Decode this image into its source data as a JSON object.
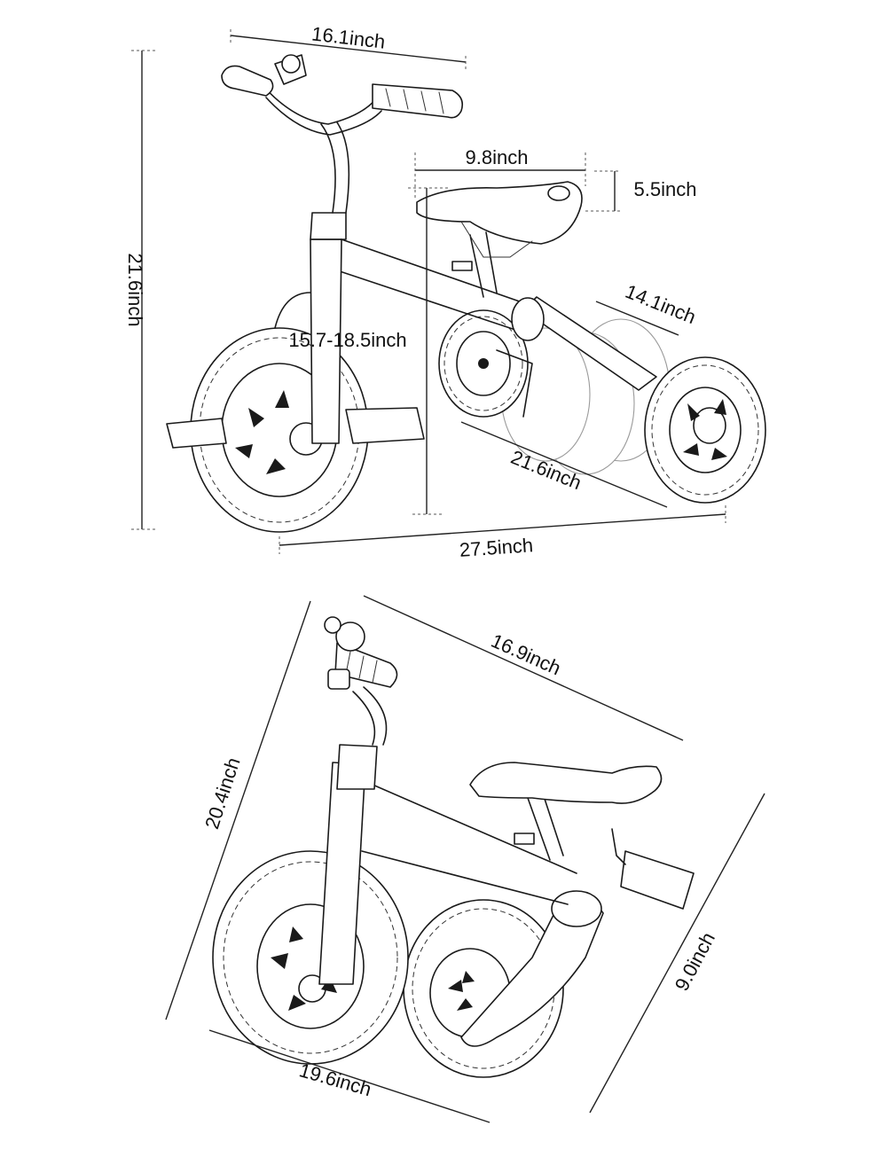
{
  "side_view": {
    "handlebar_width": "16.1inch",
    "seat_length": "9.8inch",
    "seat_height_offset": "5.5inch",
    "total_height": "21.6inch",
    "seat_height_range": "15.7-18.5inch",
    "rear_axle_width": "14.1inch",
    "wheelbase": "21.6inch",
    "overall_length": "27.5inch"
  },
  "folded_view": {
    "folded_length": "16.9inch",
    "folded_height": "20.4inch",
    "folded_depth": "9.0inch",
    "folded_base": "19.6inch"
  }
}
